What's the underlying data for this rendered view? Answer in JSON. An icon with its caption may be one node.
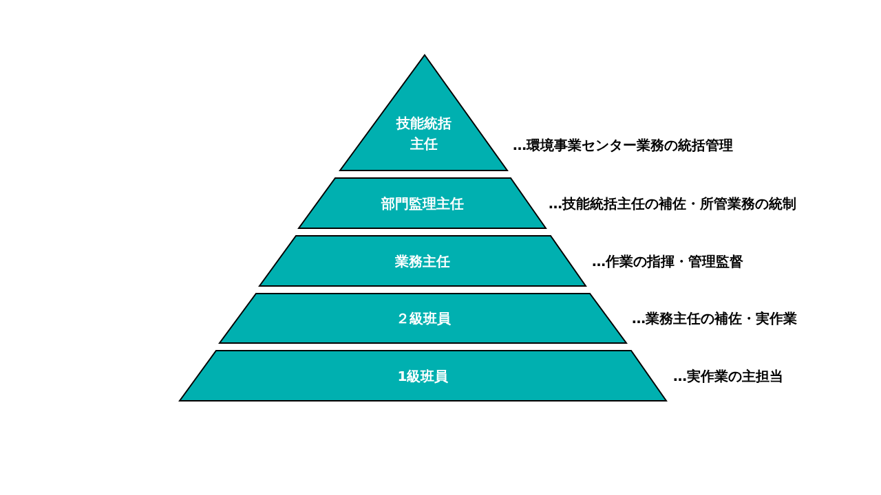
{
  "diagram": {
    "nodes": [
      {
        "text": [
          "技能統括主任"
        ],
        "beside": [
          "…環境事業センター業務の統括管理"
        ]
      },
      {
        "text": [
          "部門監理主任"
        ],
        "beside": [
          "…技能統括主任の補佐・所管業務の統制"
        ]
      },
      {
        "text": [
          "業務主任"
        ],
        "beside": [
          "…作業の指揮・管理監督"
        ]
      },
      {
        "text": [
          "２級班員"
        ],
        "beside": [
          "…業務主任の補佐・実作業"
        ]
      },
      {
        "text": [
          "1級班員"
        ],
        "beside": [
          "…実作業の主担当"
        ]
      }
    ]
  }
}
